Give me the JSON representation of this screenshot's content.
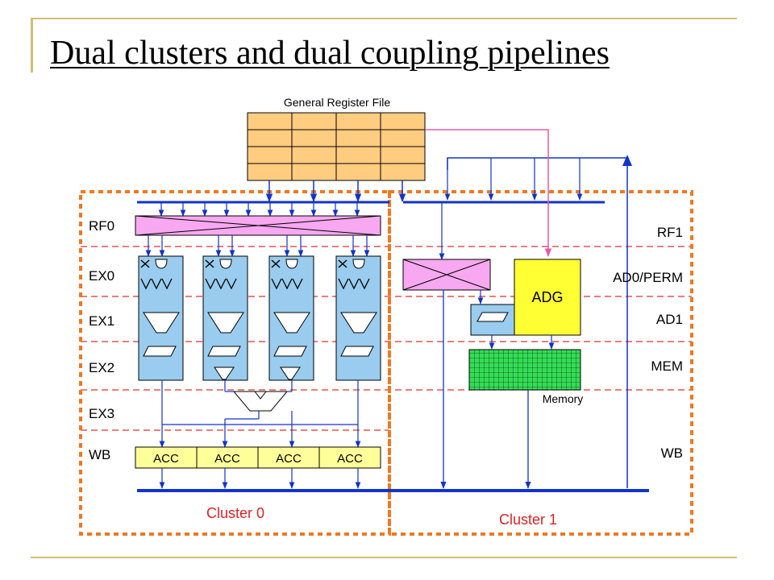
{
  "slide": {
    "title": "Dual clusters and dual coupling pipelines"
  },
  "diagram": {
    "register_file_label": "General Register File",
    "stages_left": [
      "RF0",
      "EX0",
      "EX1",
      "EX2",
      "EX3",
      "WB"
    ],
    "stages_right": [
      "RF1",
      "AD0/PERM",
      "AD1",
      "MEM",
      "WB"
    ],
    "acc_labels": [
      "ACC",
      "ACC",
      "ACC",
      "ACC"
    ],
    "adg_label": "ADG",
    "memory_label": "Memory",
    "cluster0_label": "Cluster 0",
    "cluster1_label": "Cluster 1"
  },
  "colors": {
    "cluster_border": "#f07820",
    "stage_divider": "#e03030",
    "register_file": "#ffcc80",
    "crossbar": "#f7a8f0",
    "exec_unit": "#99ccee",
    "adg": "#ffff33",
    "acc": "#ffff99",
    "memory": "#33dd55",
    "bus": "#1133cc",
    "pink_line": "#e85aa8",
    "cluster_label": "#e02020",
    "accent_bar": "#d2bf74"
  }
}
